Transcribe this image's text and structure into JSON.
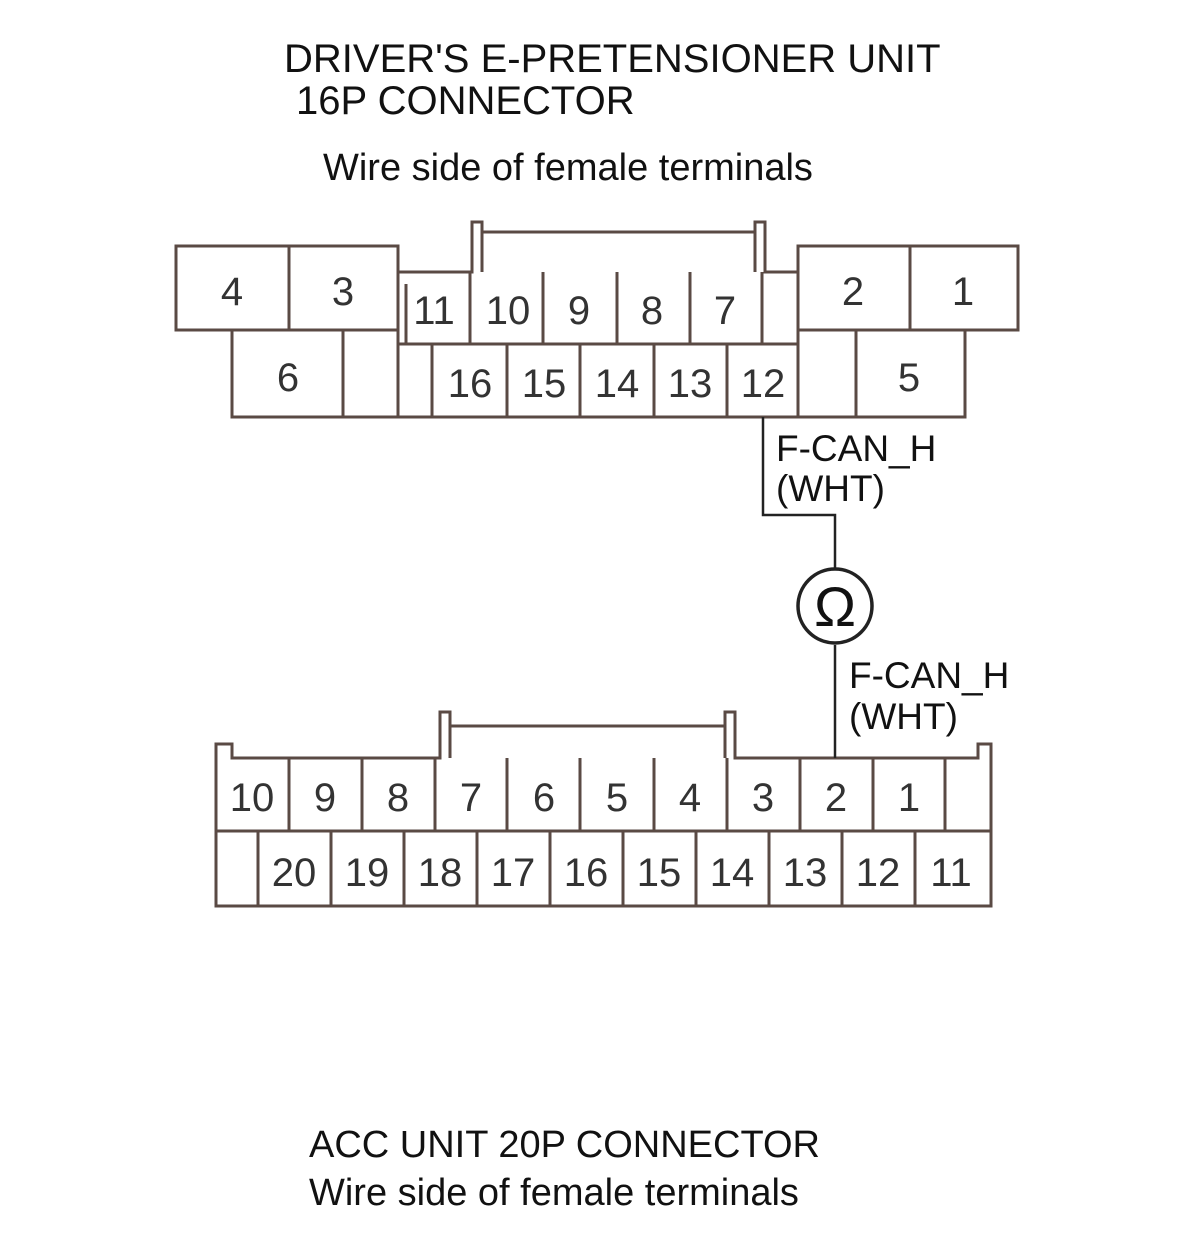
{
  "top_connector": {
    "title_line1": "DRIVER'S E-PRETENSIONER UNIT",
    "title_line2": "16P CONNECTOR",
    "view_note": "Wire side of female terminals",
    "row1_terminals": [
      "4",
      "3",
      "11",
      "10",
      "9",
      "8",
      "7",
      "2",
      "1"
    ],
    "row2_terminals": [
      "6",
      "16",
      "15",
      "14",
      "13",
      "12",
      "5"
    ]
  },
  "bottom_connector": {
    "title": "ACC UNIT 20P CONNECTOR",
    "view_note": "Wire side of female terminals",
    "row1_terminals": [
      "10",
      "9",
      "8",
      "7",
      "6",
      "5",
      "4",
      "3",
      "2",
      "1"
    ],
    "row2_terminals": [
      "20",
      "19",
      "18",
      "17",
      "16",
      "15",
      "14",
      "13",
      "12",
      "11"
    ]
  },
  "measurement": {
    "meter_symbol": "Ω",
    "top_wire": {
      "signal": "F-CAN_H",
      "color": "(WHT)"
    },
    "bottom_wire": {
      "signal": "F-CAN_H",
      "color": "(WHT)"
    }
  },
  "colors": {
    "outline": "#5a4a44",
    "text": "#111111"
  }
}
